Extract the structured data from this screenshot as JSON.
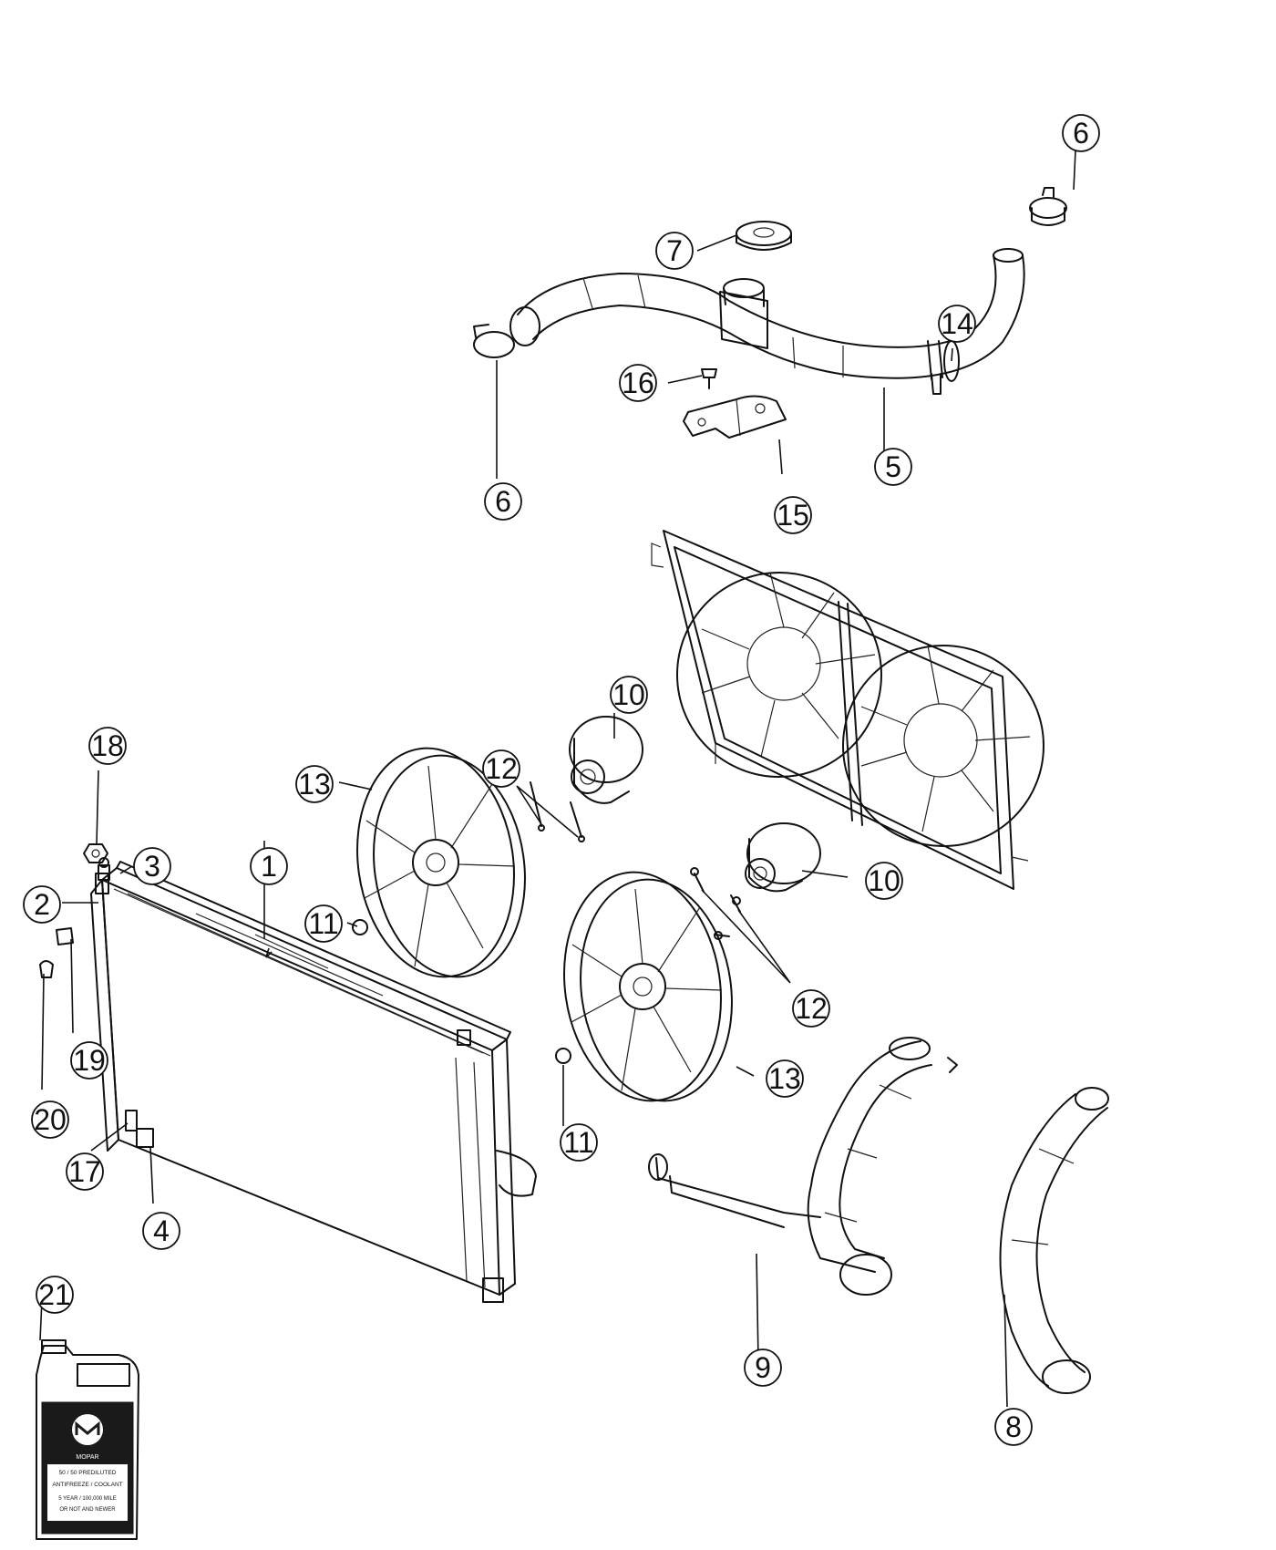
{
  "callouts": [
    "1",
    "2",
    "3",
    "4",
    "5",
    "6",
    "6",
    "7",
    "8",
    "9",
    "10",
    "10",
    "11",
    "11",
    "12",
    "12",
    "13",
    "13",
    "14",
    "15",
    "16",
    "17",
    "18",
    "19",
    "20",
    "21"
  ],
  "jug_label": {
    "brand": "MOPAR",
    "line1": "50 / 50 PREDILUTED",
    "line2": "ANTIFREEZE / COOLANT",
    "line3": "5 YEAR / 100,000 MILE",
    "line4": "OR NOT AND NEWER"
  },
  "colors": {
    "line": "#111111",
    "background": "#ffffff",
    "label_panel": "#1a1a1a"
  }
}
